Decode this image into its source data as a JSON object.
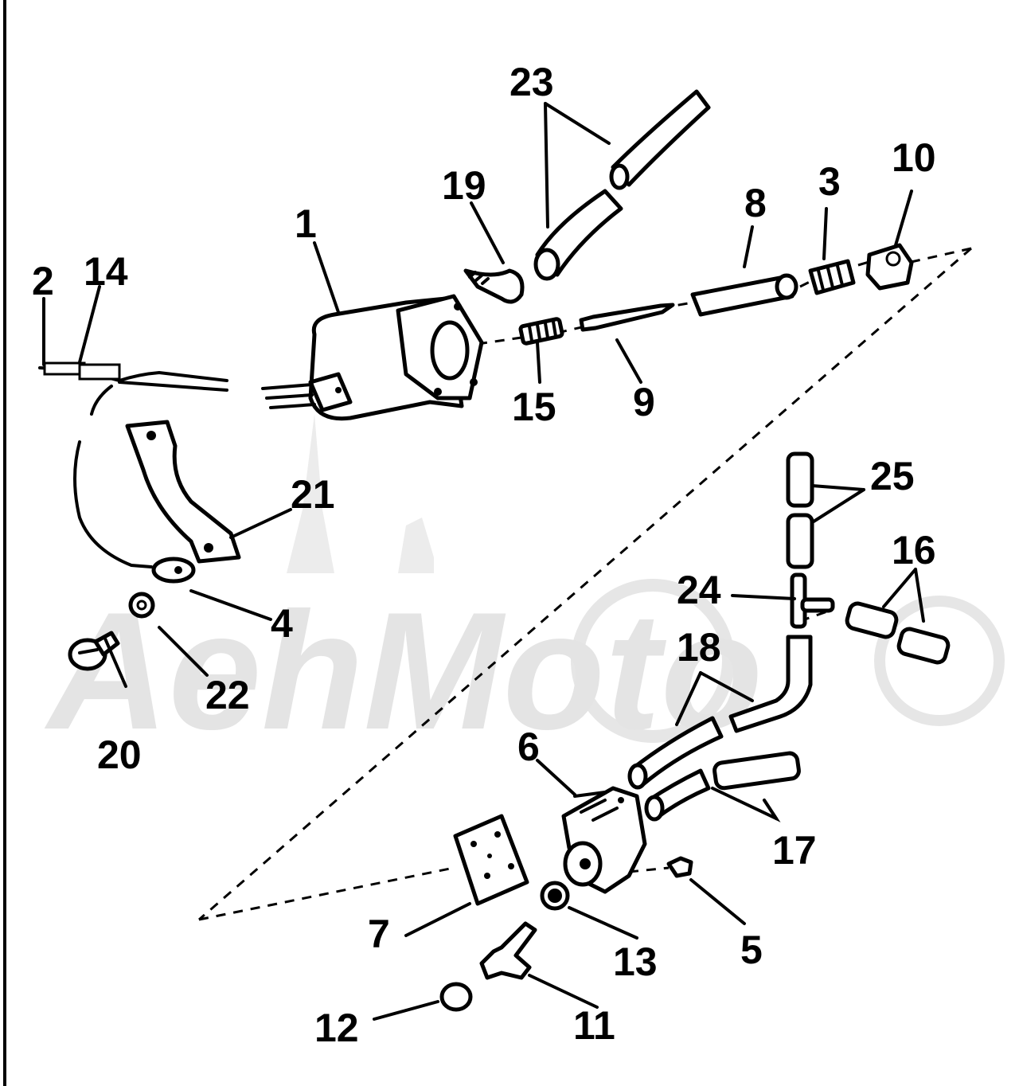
{
  "watermark": {
    "text": "AehMoto"
  },
  "callouts": {
    "c1": "1",
    "c2": "2",
    "c3": "3",
    "c4": "4",
    "c5": "5",
    "c6": "6",
    "c7": "7",
    "c8": "8",
    "c9": "9",
    "c10": "10",
    "c11": "11",
    "c12": "12",
    "c13": "13",
    "c14": "14",
    "c15": "15",
    "c16": "16",
    "c17": "17",
    "c18": "18",
    "c19": "19",
    "c20": "20",
    "c21": "21",
    "c22": "22",
    "c23": "23",
    "c24": "24",
    "c25": "25"
  },
  "colors": {
    "line": "#000000",
    "background": "#ffffff",
    "watermark": "#e4e4e4"
  }
}
